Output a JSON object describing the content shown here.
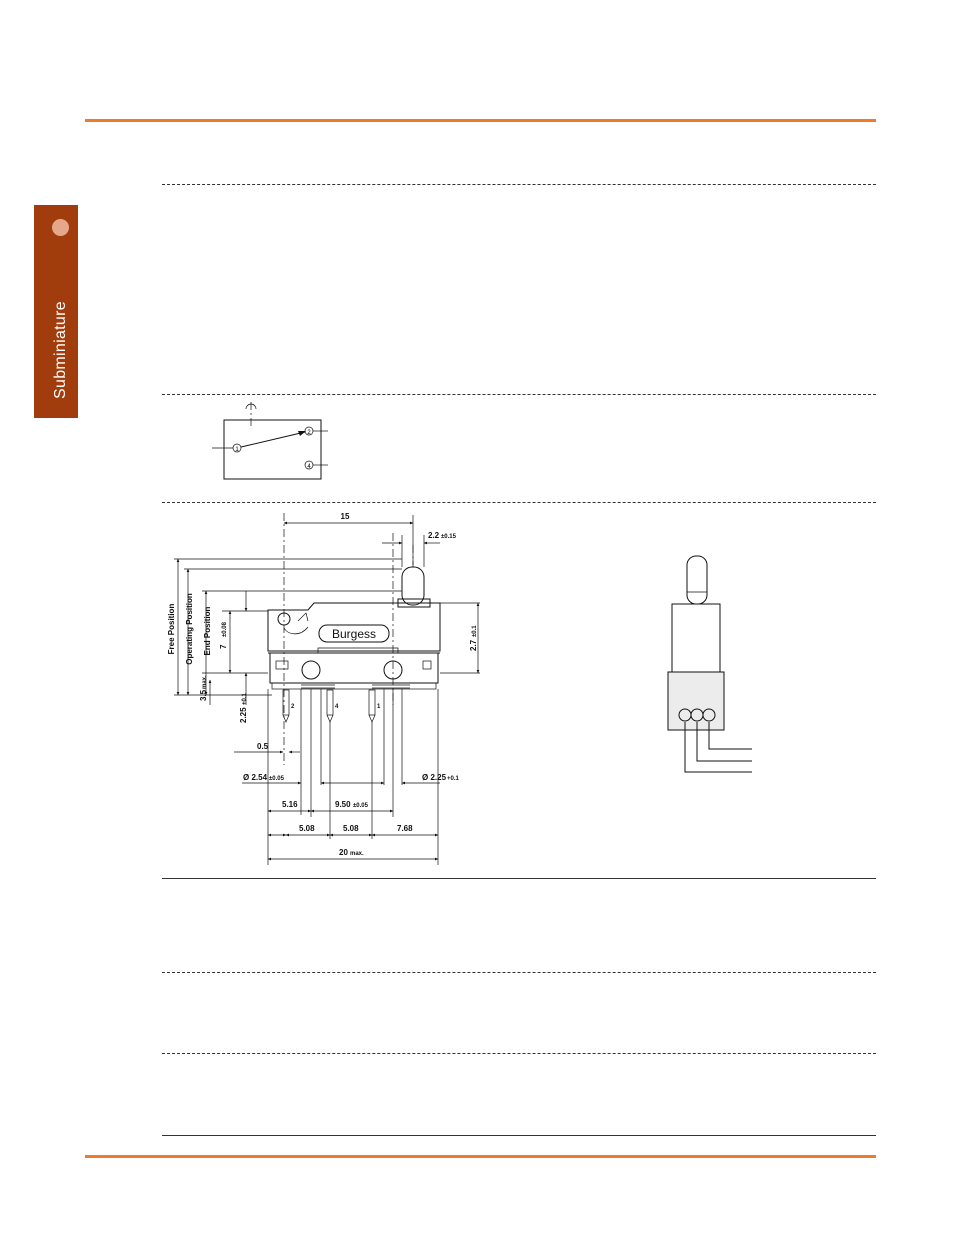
{
  "sidebar": {
    "label": "Subminiature"
  },
  "circuit": {
    "terminals": [
      "1",
      "2",
      "4"
    ]
  },
  "drawing": {
    "brand": "Burgess",
    "labels": {
      "free_position": "Free Position",
      "operating_position": "Operating Position",
      "end_position": "End Position"
    },
    "dims": {
      "d15": "15",
      "d22": "2.2",
      "d22_tol": "±0.15",
      "d7": "7",
      "d7_tol": "±0.08",
      "d27": "2.7",
      "d27_tol": "±0.1",
      "d35": "3.5",
      "d35_suffix": "max.",
      "d225": "2.25",
      "d225_tol": "+0.1",
      "d05": "0.5",
      "hole1": "Ø 2.54",
      "hole1_tol": "±0.05",
      "hole2": "Ø 2.25",
      "hole2_tol": "+0.1",
      "d516": "5.16",
      "d950": "9.50",
      "d950_tol": "±0.05",
      "d508a": "5.08",
      "d508b": "5.08",
      "d768": "7.68",
      "d20": "20",
      "d20_suffix": "max."
    },
    "pins": {
      "p2": "2",
      "p4": "4",
      "p1": "1"
    }
  }
}
